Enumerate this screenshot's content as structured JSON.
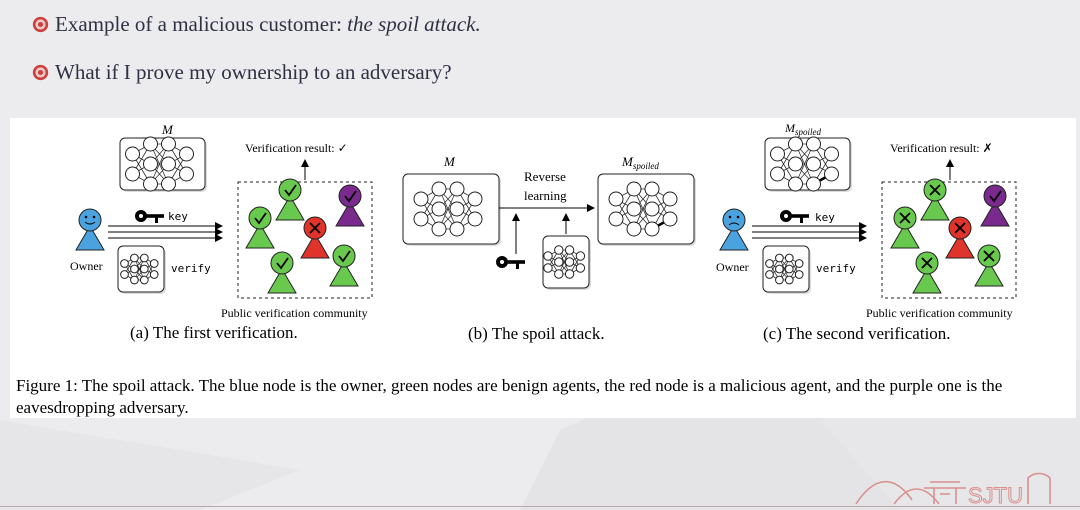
{
  "slide": {
    "bullets": [
      {
        "text": "Example of a malicious customer: ",
        "emph": "the spoil attack."
      },
      {
        "text": "What if I prove my ownership to an adversary?",
        "emph": ""
      }
    ]
  },
  "figure": {
    "panel_a": {
      "model_label": "M",
      "verification_result": "Verification result: ✓",
      "key_label": "key",
      "verify_label": "verify",
      "owner_label": "Owner",
      "community_label": "Public verification community",
      "caption": "(a) The first verification."
    },
    "panel_b": {
      "model_label": "M",
      "spoiled_model_label": "M",
      "spoiled_subscript": "spoiled",
      "reverse_line1": "Reverse",
      "reverse_line2": "learning",
      "caption": "(b) The spoil attack."
    },
    "panel_c": {
      "model_label": "M",
      "model_subscript": "spoiled",
      "verification_result": "Verification result: ✗",
      "key_label": "key",
      "verify_label": "verify",
      "owner_label": "Owner",
      "community_label": "Public verification community",
      "caption": "(c) The second verification."
    },
    "caption": "Figure 1: The spoil attack. The blue node is the owner, green nodes are benign agents, the red node is a malicious agent, and the purple one is the eavesdropping adversary."
  },
  "logo": {
    "text": "SJTU"
  },
  "colors": {
    "owner_blue": "#4aa3df",
    "benign_green": "#69c94f",
    "malicious_red": "#e0332b",
    "adversary_purple": "#7a2a8c",
    "logo_red": "#c9403f"
  }
}
